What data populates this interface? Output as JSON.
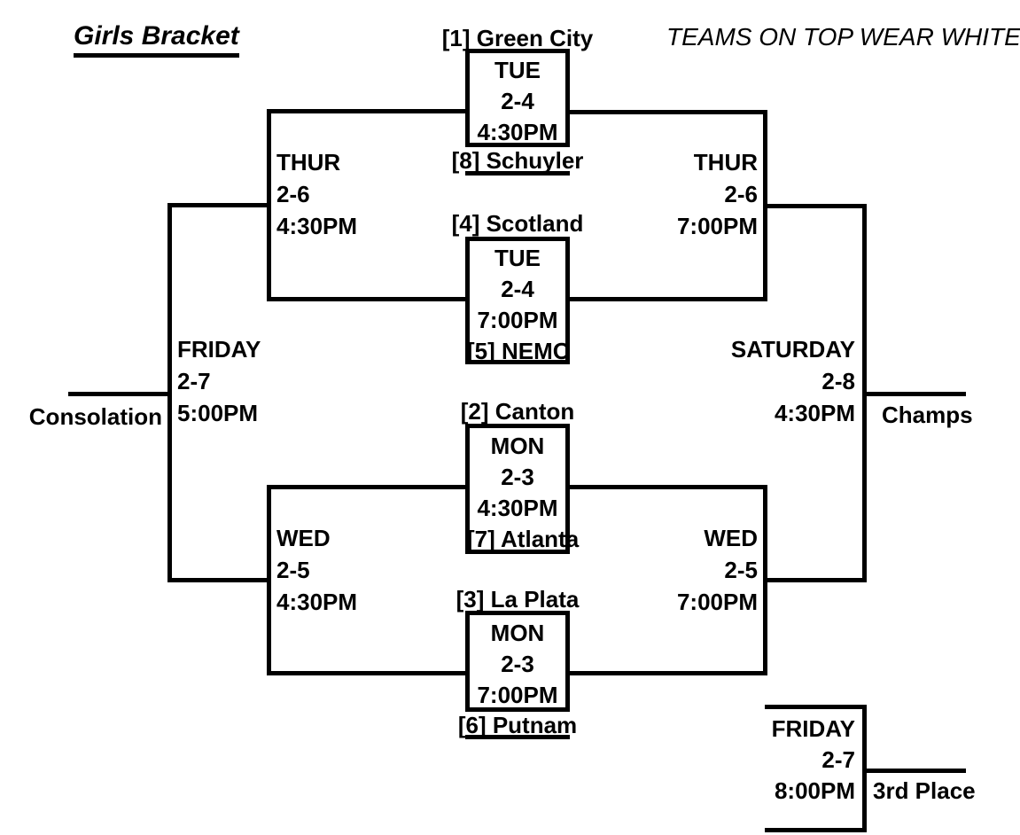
{
  "title": "Girls Bracket",
  "note": "TEAMS ON TOP WEAR WHITE",
  "colors": {
    "ink": "#000000",
    "paper": "#ffffff"
  },
  "round1": {
    "game1": {
      "top_seed": "[1] Green City",
      "day": "TUE",
      "date": "2-4",
      "time": "4:30PM",
      "bottom_seed": "[8] Schuyler"
    },
    "game2": {
      "top_seed": "[4] Scotland",
      "day": "TUE",
      "date": "2-4",
      "time": "7:00PM",
      "bottom_seed": "[5] NEMO"
    },
    "game3": {
      "top_seed": "[2] Canton",
      "day": "MON",
      "date": "2-3",
      "time": "4:30PM",
      "bottom_seed": "[7] Atlanta"
    },
    "game4": {
      "top_seed": "[3] La Plata",
      "day": "MON",
      "date": "2-3",
      "time": "7:00PM",
      "bottom_seed": "[6] Putnam"
    }
  },
  "round2": {
    "top_left": {
      "day": "THUR",
      "date": "2-6",
      "time": "4:30PM"
    },
    "top_right": {
      "day": "THUR",
      "date": "2-6",
      "time": "7:00PM"
    },
    "bottom_left": {
      "day": "WED",
      "date": "2-5",
      "time": "4:30PM"
    },
    "bottom_right": {
      "day": "WED",
      "date": "2-5",
      "time": "7:00PM"
    }
  },
  "finals": {
    "consolation": {
      "day": "FRIDAY",
      "date": "2-7",
      "time": "5:00PM",
      "label": "Consolation"
    },
    "championship": {
      "day": "SATURDAY",
      "date": "2-8",
      "time": "4:30PM",
      "label": "Champs"
    },
    "third_place": {
      "day": "FRIDAY",
      "date": "2-7",
      "time": "8:00PM",
      "label": "3rd Place"
    }
  }
}
